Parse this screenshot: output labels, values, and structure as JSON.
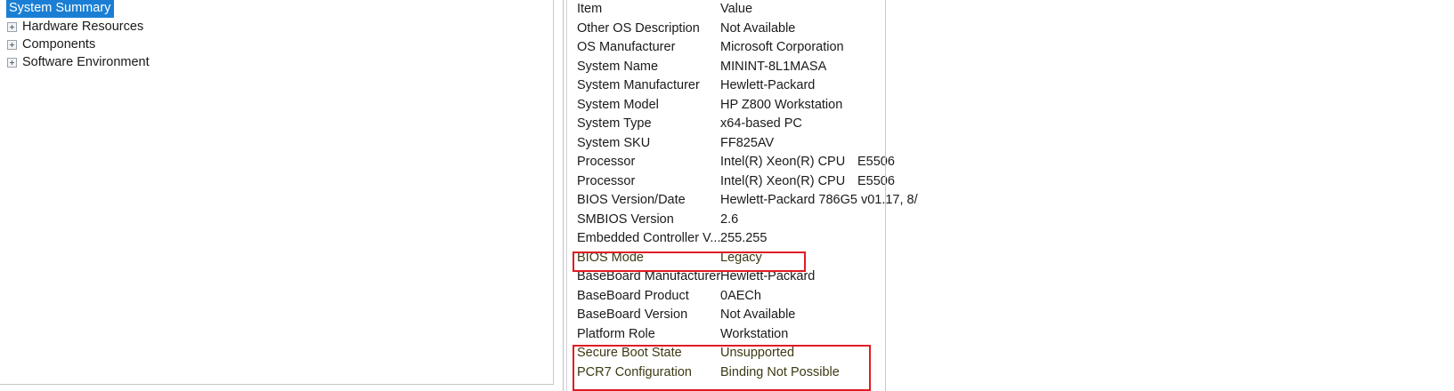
{
  "tree": {
    "selected_label": "System Summary",
    "items": [
      {
        "label": "System Summary",
        "expandable": false,
        "selected": true
      },
      {
        "label": "Hardware Resources",
        "expandable": true,
        "selected": false
      },
      {
        "label": "Components",
        "expandable": true,
        "selected": false
      },
      {
        "label": "Software Environment",
        "expandable": true,
        "selected": false
      }
    ]
  },
  "details": {
    "columns": [
      "Item",
      "Value"
    ],
    "rows": [
      {
        "item": "Item",
        "value": "Value",
        "highlighted": false
      },
      {
        "item": "Other OS Description",
        "value": "Not Available",
        "highlighted": false
      },
      {
        "item": "OS Manufacturer",
        "value": "Microsoft Corporation",
        "highlighted": false
      },
      {
        "item": "System Name",
        "value": "MININT-8L1MASA",
        "highlighted": false
      },
      {
        "item": "System Manufacturer",
        "value": "Hewlett-Packard",
        "highlighted": false
      },
      {
        "item": "System Model",
        "value": "HP Z800 Workstation",
        "highlighted": false
      },
      {
        "item": "System Type",
        "value": "x64-based PC",
        "highlighted": false
      },
      {
        "item": "System SKU",
        "value": "FF825AV",
        "highlighted": false
      },
      {
        "item": "Processor",
        "value": "Intel(R) Xeon(R) CPU",
        "extra": "E5506",
        "highlighted": false
      },
      {
        "item": "Processor",
        "value": "Intel(R) Xeon(R) CPU",
        "extra": "E5506",
        "highlighted": false
      },
      {
        "item": "BIOS Version/Date",
        "value": "Hewlett-Packard 786G5 v01.17, 8/",
        "highlighted": false
      },
      {
        "item": "SMBIOS Version",
        "value": "2.6",
        "highlighted": false
      },
      {
        "item": "Embedded Controller V...",
        "value": "255.255",
        "highlighted": false
      },
      {
        "item": "BIOS Mode",
        "value": "Legacy",
        "highlighted": true
      },
      {
        "item": "BaseBoard Manufacturer",
        "value": "Hewlett-Packard",
        "highlighted": false
      },
      {
        "item": "BaseBoard Product",
        "value": "0AECh",
        "highlighted": false
      },
      {
        "item": "BaseBoard Version",
        "value": "Not Available",
        "highlighted": false
      },
      {
        "item": "Platform Role",
        "value": "Workstation",
        "highlighted": false
      },
      {
        "item": "Secure Boot State",
        "value": "Unsupported",
        "highlighted": true
      },
      {
        "item": "PCR7 Configuration",
        "value": "Binding Not Possible",
        "highlighted": true
      }
    ]
  },
  "annotations": {
    "color": "#e01b24",
    "boxes": [
      {
        "name": "bios-mode-highlight",
        "targets": [
          "BIOS Mode"
        ]
      },
      {
        "name": "secure-boot-highlight",
        "targets": [
          "Secure Boot State",
          "PCR7 Configuration"
        ]
      }
    ]
  },
  "colors": {
    "selection": "#1a7fd4",
    "annotation": "#e01b24",
    "text": "#1a1a1a",
    "panel_border": "#c8c8c8"
  }
}
